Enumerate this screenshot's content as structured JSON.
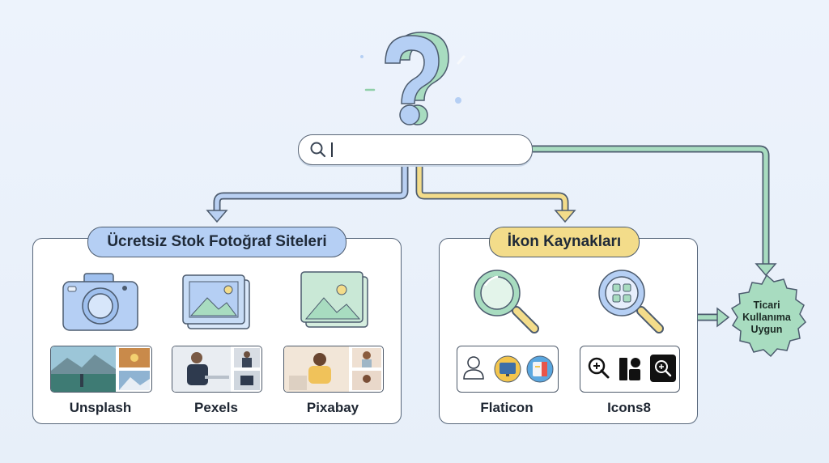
{
  "search": {
    "placeholder": ""
  },
  "groups": [
    {
      "title": "Ücretsiz Stok Fotoğraf Siteleri",
      "items": [
        {
          "name": "Unsplash",
          "icon": "camera-icon"
        },
        {
          "name": "Pexels",
          "icon": "image-stack-icon"
        },
        {
          "name": "Pixabay",
          "icon": "image-icon"
        }
      ]
    },
    {
      "title": "İkon Kaynakları",
      "items": [
        {
          "name": "Flaticon",
          "icon": "magnifier-icon"
        },
        {
          "name": "Icons8",
          "icon": "magnifier-grid-icon"
        }
      ]
    }
  ],
  "badge": {
    "lines": [
      "Ticari",
      "Kullanıma",
      "Uygun"
    ]
  },
  "colors": {
    "blue": "#a9c6ef",
    "yellow": "#f3dc8a",
    "green": "#a8dcc0",
    "stroke": "#4c5b6e"
  }
}
